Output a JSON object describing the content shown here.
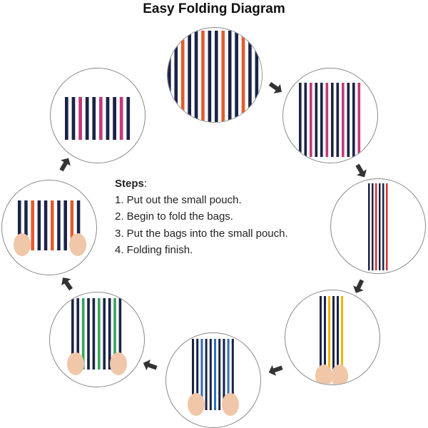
{
  "title": "Easy Folding Diagram",
  "steps": {
    "heading": "Steps",
    "items": [
      "1. Put out the small pouch.",
      "2. Begin to fold the bags.",
      "3. Put the bags into the small pouch.",
      "4. Folding finish."
    ]
  },
  "colors": {
    "navy": "#1b2346",
    "stripe_colors": [
      "#1b2346",
      "#ffffff",
      "#d6322f",
      "#f0b400",
      "#2e6fb8",
      "#3aa35a",
      "#e35b2c",
      "#c23a7a"
    ],
    "hand": "#f0c7a8",
    "arrow": "#333333",
    "circle_border": "#8a8a8a"
  }
}
